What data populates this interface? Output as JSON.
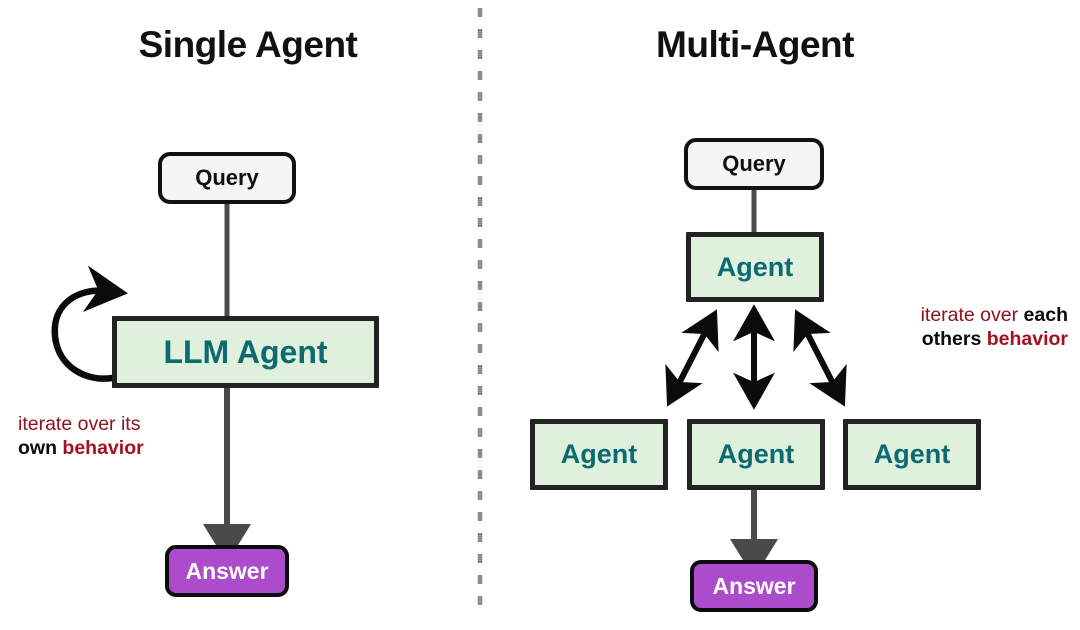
{
  "panels": {
    "single": {
      "title": "Single Agent",
      "nodes": {
        "query": "Query",
        "agent": "LLM Agent",
        "answer": "Answer"
      },
      "annotation": {
        "line1_red": "iterate over its",
        "line2_black": "own",
        "line2_red": "behavior"
      },
      "self_loop_icon": "self-loop-arrow-icon"
    },
    "multi": {
      "title": "Multi-Agent",
      "nodes": {
        "query": "Query",
        "agent_top": "Agent",
        "agent_left": "Agent",
        "agent_center": "Agent",
        "agent_right": "Agent",
        "answer": "Answer"
      },
      "annotation": {
        "line1_red": "iterate over",
        "line1_black": "each",
        "line2_black": "others",
        "line2_red": "behavior"
      },
      "peer_arrows": [
        "double-arrow-left-icon",
        "double-arrow-center-icon",
        "double-arrow-right-icon"
      ]
    }
  },
  "divider": "vertical-dashed-divider",
  "colors": {
    "agent_fill": "#dff0dd",
    "agent_text": "#0d6a70",
    "agent_border": "#222222",
    "query_fill": "#f5f5f5",
    "answer_fill": "#ac4bcb",
    "answer_text": "#ffffff",
    "annotation_red": "#a31220",
    "annotation_black": "#0b0b0b",
    "connector": "#4a4a4a",
    "divider": "#8a8a8a",
    "background": "#ffffff",
    "title": "#111111"
  }
}
